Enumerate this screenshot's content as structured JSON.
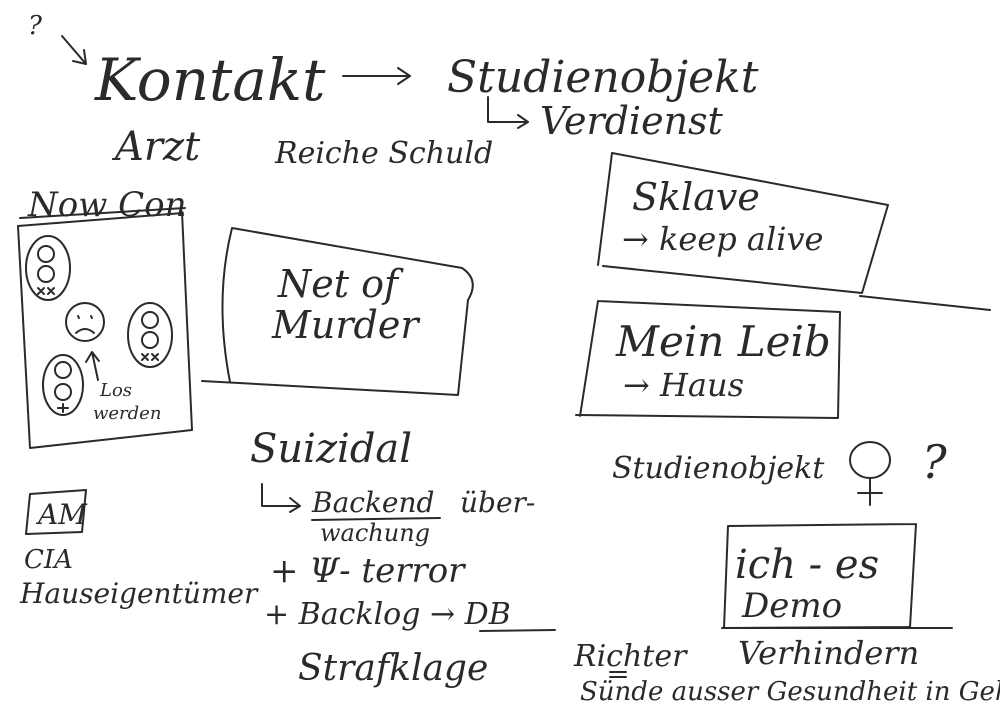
{
  "notes": {
    "top_question": "?",
    "kontakt": "Kontakt",
    "studienobjekt_top": "Studienobjekt",
    "verdienst": "Verdienst",
    "arzt": "Arzt",
    "reiche_schuld": "Reiche Schuld",
    "now_con": "Now Con",
    "los_werden": [
      "Los",
      "werden"
    ],
    "net_of_murder": [
      "Net of",
      "Murder"
    ],
    "sklave": "Sklave",
    "keep_alive": "→ keep alive",
    "mein_leib": "Mein Leib",
    "haus": "→ Haus",
    "suizidal": "Suizidal",
    "backend": "Backend",
    "ueber": "über-",
    "wachung": "wachung",
    "psi_terror": "+ Ψ- terror",
    "backlog": "+ Backlog → DB",
    "strafklage": "Strafklage",
    "am_box": "AM",
    "cia": "CIA",
    "hauseigentuemer": "Hauseigentümer",
    "studienobjekt_bottom": "Studienobjekt",
    "venus_question": "?",
    "ich_es": "ich - es",
    "demo": "Demo",
    "verhindern": "Verhindern",
    "richter": "Richter",
    "suende_line": "Sünde ausser Gesundheit in Geh"
  },
  "colors": {
    "ink": "#2a2a2a",
    "paper": "#ffffff"
  }
}
